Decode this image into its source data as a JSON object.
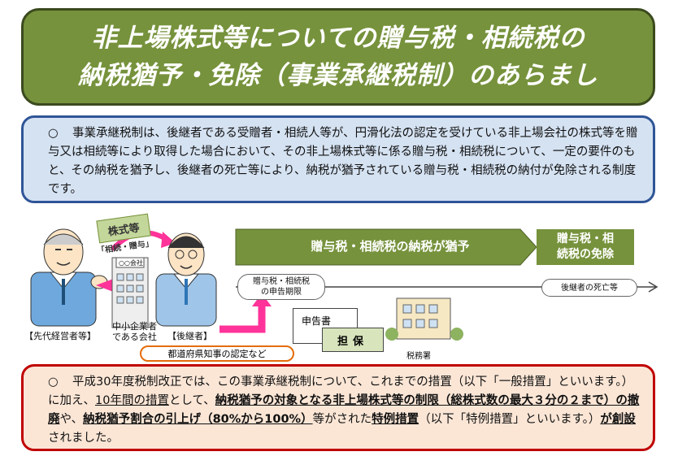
{
  "title": {
    "line1": "非上場株式等についての贈与税・相続税の",
    "line2": "納税猶予・免除（事業承継税制）のあらまし"
  },
  "summary": {
    "bullet": "○",
    "text": "事業承継税制は、後継者である受贈者・相続人等が、円滑化法の認定を受けている非上場会社の株式等を贈与又は相続等により取得した場合において、その非上場株式等に係る贈与税・相続税について、一定の要件のもと、その納税を猶予し、後継者の死亡等により、納税が猶予されている贈与税・相続税の納付が免除される制度です。"
  },
  "diagram": {
    "stock_tag": "株式等",
    "stock_sub": "「相続・贈与」",
    "company_sign": "○○会社",
    "predecessor": "【先代経営者等】",
    "company": "中小企業者\nである会社",
    "company_line1": "中小企業者",
    "company_line2": "である会社",
    "successor": "【後継者】",
    "approval": "都道府県知事の認定など",
    "deferral": "贈与税・相続税の納税が猶予",
    "exempt_line1": "贈与税・相",
    "exempt_line2": "続税の免除",
    "deadline_line1": "贈与税・相続税",
    "deadline_line2": "の申告期限",
    "death": "後継者の死亡等",
    "return_doc": "申告書",
    "collateral": "担保",
    "tax_office": "税務署"
  },
  "reform": {
    "bullet": "○",
    "t1": "平成30年度税制改正では、この事業承継税制について、これまでの措置（以下「一般措置」といいます。）に加え、",
    "u1": "10年間の措置",
    "t2": "として、",
    "u2": "納税猶予の対象となる非上場株式等の制限（総株式数の最大３分の２まで）の撤廃",
    "t3": "や、",
    "u3": "納税猶予割合の引上げ（80%から100%）",
    "t4": "等がされた",
    "u4": "特例措置",
    "t5": "（以下「特例措置」といいます。）",
    "u5": "が創設",
    "t6": "されました。"
  },
  "colors": {
    "title_bg": "#76923c",
    "summary_bg": "#d5e2f2",
    "summary_border": "#2f5597",
    "reform_bg": "#fbe6d6",
    "reform_border": "#c00000",
    "arrow_pink": "#ff3399"
  }
}
